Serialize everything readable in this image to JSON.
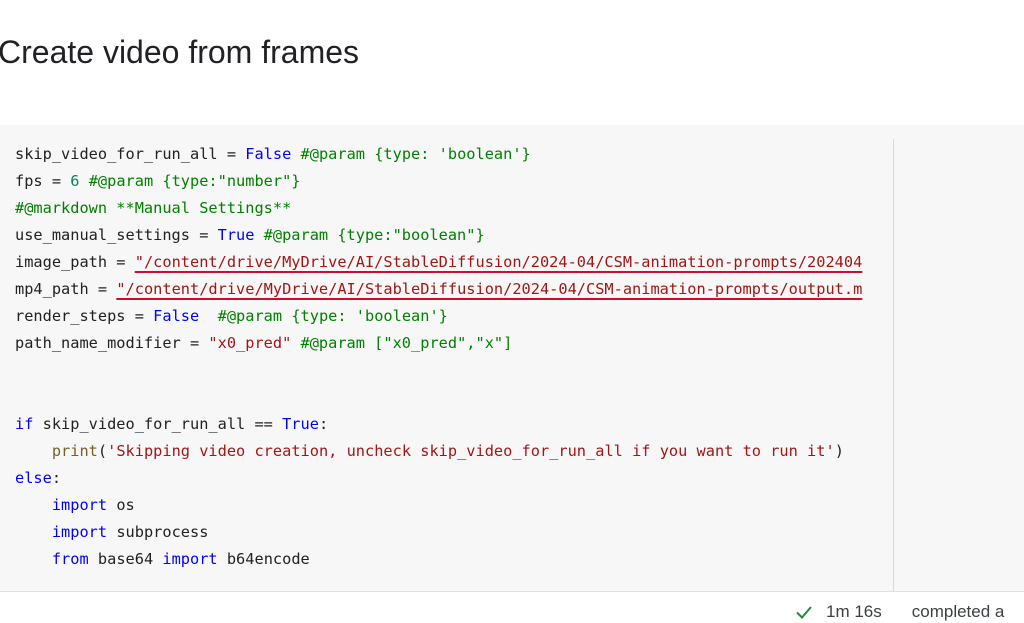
{
  "heading": "Create video from frames",
  "code": {
    "l1": {
      "var": "skip_video_for_run_all = ",
      "val": "False",
      "cmt": " #@param {type: 'boolean'}"
    },
    "l2": {
      "var": "fps = ",
      "val": "6",
      "cmt": " #@param {type:\"number\"}"
    },
    "l3": {
      "cmt": "#@markdown **Manual Settings**"
    },
    "l4": {
      "var": "use_manual_settings = ",
      "val": "True",
      "cmt": " #@param {type:\"boolean\"}"
    },
    "l5": {
      "var": "image_path = ",
      "str": "\"/content/drive/MyDrive/AI/StableDiffusion/2024-04/CSM-animation-prompts/202404"
    },
    "l6": {
      "var": "mp4_path = ",
      "str": "\"/content/drive/MyDrive/AI/StableDiffusion/2024-04/CSM-animation-prompts/output.m"
    },
    "l7": {
      "var": "render_steps = ",
      "val": "False",
      "cmt": "  #@param {type: 'boolean'}"
    },
    "l8": {
      "var": "path_name_modifier = ",
      "str": "\"x0_pred\"",
      "cmt": " #@param [\"x0_pred\",\"x\"]"
    },
    "l11": {
      "kw": "if",
      "mid": " skip_video_for_run_all == ",
      "val": "True",
      "tail": ":"
    },
    "l12": {
      "indent": "    ",
      "fn": "print",
      "open": "(",
      "str": "'Skipping video creation, uncheck skip_video_for_run_all if you want to run it'",
      "close": ")"
    },
    "l13": {
      "kw": "else",
      "tail": ":"
    },
    "l14": {
      "indent": "    ",
      "kw": "import",
      "rest": " os"
    },
    "l15": {
      "indent": "    ",
      "kw": "import",
      "rest": " subprocess"
    },
    "l16": {
      "indent": "    ",
      "kw": "from",
      "mid": " base64 ",
      "kw2": "import",
      "rest": " b64encode"
    }
  },
  "status": {
    "icon": "check-icon",
    "icon_color": "#1e8e3e",
    "duration": "1m 16s",
    "text": "completed a"
  },
  "colors": {
    "keyword": "#0000ff",
    "number": "#098658",
    "comment": "#008000",
    "string": "#a31515",
    "function": "#795e26",
    "error_underline": "#c8102e"
  }
}
